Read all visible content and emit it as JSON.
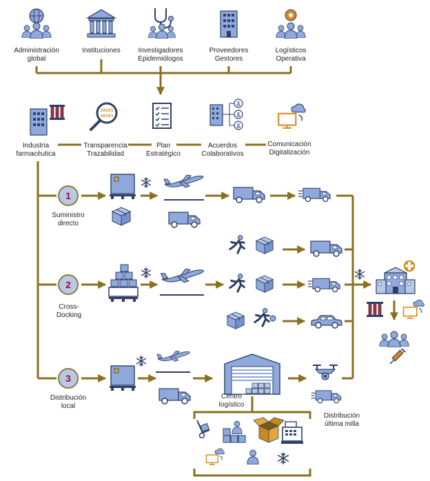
{
  "colors": {
    "gold": "#8b6f1e",
    "icon_fill": "#8fa9dc",
    "icon_stroke": "#2d3f66",
    "number_red": "#a0102a",
    "circle_fill": "#b8c8e6"
  },
  "stakeholders": [
    {
      "label": "Administración\nglobal",
      "icon": "globe-people-icon"
    },
    {
      "label": "Instituciones",
      "icon": "institution-building-icon"
    },
    {
      "label": "Investigadores\nEpidemiólogos",
      "icon": "stethoscope-people-icon"
    },
    {
      "label": "Proveedores\nGestores",
      "icon": "office-building-icon"
    },
    {
      "label": "Logísticos\nOperativa",
      "icon": "gear-people-icon"
    }
  ],
  "pillars": [
    {
      "label": "Industria\nfarmacéutica",
      "icon": "pharma-factory-icon"
    },
    {
      "label": "Transparencia\nTrazabilidad",
      "icon": "binary-magnifier-icon"
    },
    {
      "label": "Plan\nEstratégico",
      "icon": "checklist-icon"
    },
    {
      "label": "Acuerdos\nColaborativos",
      "icon": "network-building-icon"
    },
    {
      "label": "Comunicación\nDigitalización",
      "icon": "cloud-monitor-icon"
    }
  ],
  "routes": [
    {
      "number": "1",
      "label": "Suministro\ndirecto"
    },
    {
      "number": "2",
      "label": "Cross-\nDocking"
    },
    {
      "number": "3",
      "label": "Distribución\nlocal"
    }
  ],
  "logistics_center_label": "Centro\nlogístico",
  "last_mile_label": "Distribución\núltima milla",
  "destination_icons": [
    "hospital-icon",
    "blood-tubes-icon",
    "cloud-monitor-icon",
    "people-icon",
    "syringe-icon"
  ],
  "logistics_services_icons": [
    "hand-truck-icon",
    "warehouse-worker-icon",
    "open-box-icon",
    "cash-register-icon",
    "cloud-monitor-icon",
    "person-icon",
    "snowflake-icon"
  ]
}
